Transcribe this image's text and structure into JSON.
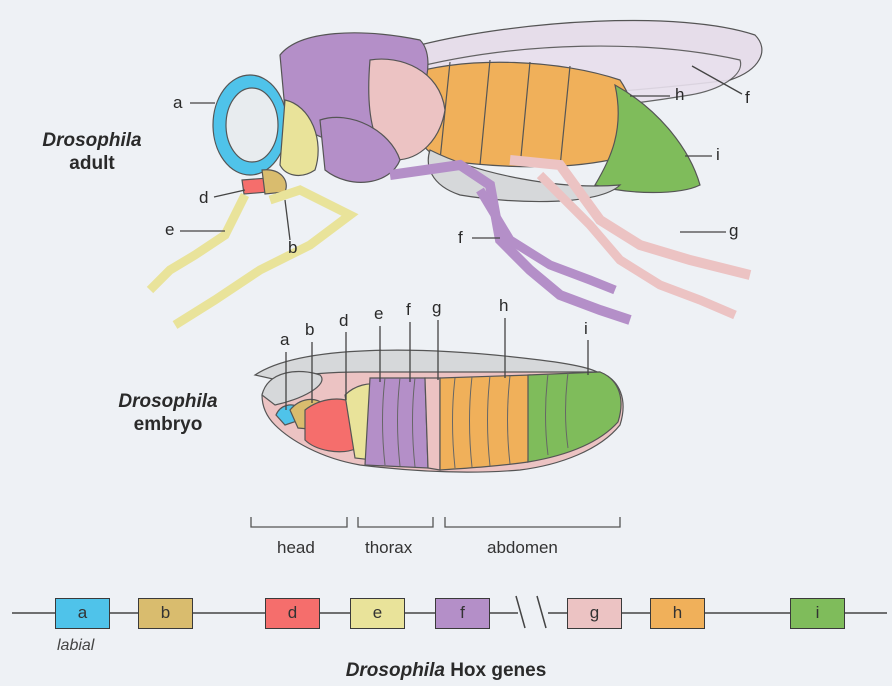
{
  "titles": {
    "adult_italic": "Drosophila",
    "adult_rest": "adult",
    "embryo_italic": "Drosophila",
    "embryo_rest": "embryo",
    "hox_italic": "Drosophila",
    "hox_rest": " Hox genes"
  },
  "adult_labels": [
    "a",
    "b",
    "d",
    "e",
    "f",
    "f",
    "g",
    "h",
    "i"
  ],
  "embryo_labels": [
    "a",
    "b",
    "d",
    "e",
    "f",
    "g",
    "h",
    "i"
  ],
  "segments": {
    "head": "head",
    "thorax": "thorax",
    "abdomen": "abdomen"
  },
  "genes": [
    {
      "label": "a",
      "color": "#4fc3ea"
    },
    {
      "label": "b",
      "color": "#d9bc6e"
    },
    {
      "label": "d",
      "color": "#f56e6c"
    },
    {
      "label": "e",
      "color": "#e9e39a"
    },
    {
      "label": "f",
      "color": "#b48fc8"
    },
    {
      "label": "g",
      "color": "#ecc3c3"
    },
    {
      "label": "h",
      "color": "#f0b05a"
    },
    {
      "label": "i",
      "color": "#7fbc5b"
    }
  ],
  "gene_caption": "labial",
  "colors": {
    "a": "#4fc3ea",
    "b": "#d9bc6e",
    "d": "#f56e6c",
    "e": "#e9e39a",
    "f": "#b48fc8",
    "g": "#ecc3c3",
    "h": "#f0b05a",
    "i": "#7fbc5b",
    "wing": "#e6ddea",
    "eye": "#e8ecef",
    "gray": "#d6d8da",
    "line": "#444444"
  }
}
